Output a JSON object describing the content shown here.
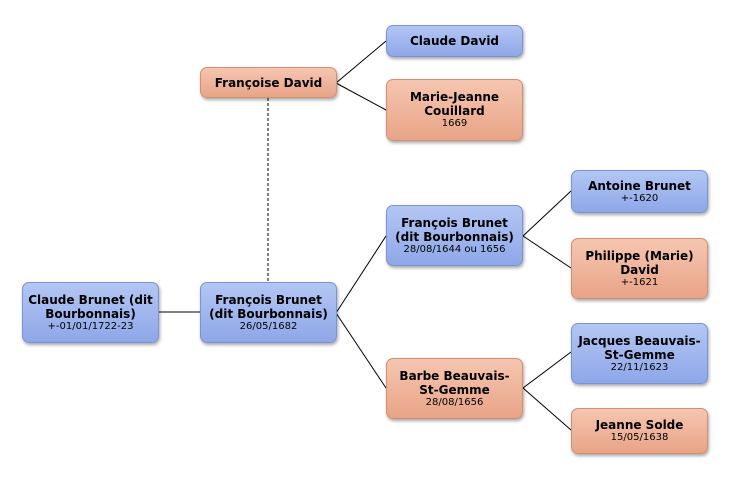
{
  "people": {
    "claude_brunet": {
      "name_l1": "Claude Brunet (dit",
      "name_l2": "Bourbonnais)",
      "date": "+-01/01/1722-23"
    },
    "francois_brunet_1682": {
      "name_l1": "François Brunet",
      "name_l2": "(dit Bourbonnais)",
      "date": "26/05/1682"
    },
    "francoise_david": {
      "name_l1": "Françoise David"
    },
    "claude_david": {
      "name_l1": "Claude David"
    },
    "marie_jeanne_couillard": {
      "name_l1": "Marie-Jeanne",
      "name_l2": "Couillard",
      "date": "1669"
    },
    "francois_brunet_1644": {
      "name_l1": "François Brunet",
      "name_l2": "(dit Bourbonnais)",
      "date": "28/08/1644 ou 1656"
    },
    "barbe_beauvais": {
      "name_l1": "Barbe Beauvais-",
      "name_l2": "St-Gemme",
      "date": "28/08/1656"
    },
    "antoine_brunet": {
      "name_l1": "Antoine Brunet",
      "date": "+-1620"
    },
    "philippe_david": {
      "name_l1": "Philippe (Marie)",
      "name_l2": "David",
      "date": "+-1621"
    },
    "jacques_beauvais": {
      "name_l1": "Jacques Beauvais-",
      "name_l2": "St-Gemme",
      "date": "22/11/1623"
    },
    "jeanne_solde": {
      "name_l1": "Jeanne Solde",
      "date": "15/05/1638"
    }
  }
}
